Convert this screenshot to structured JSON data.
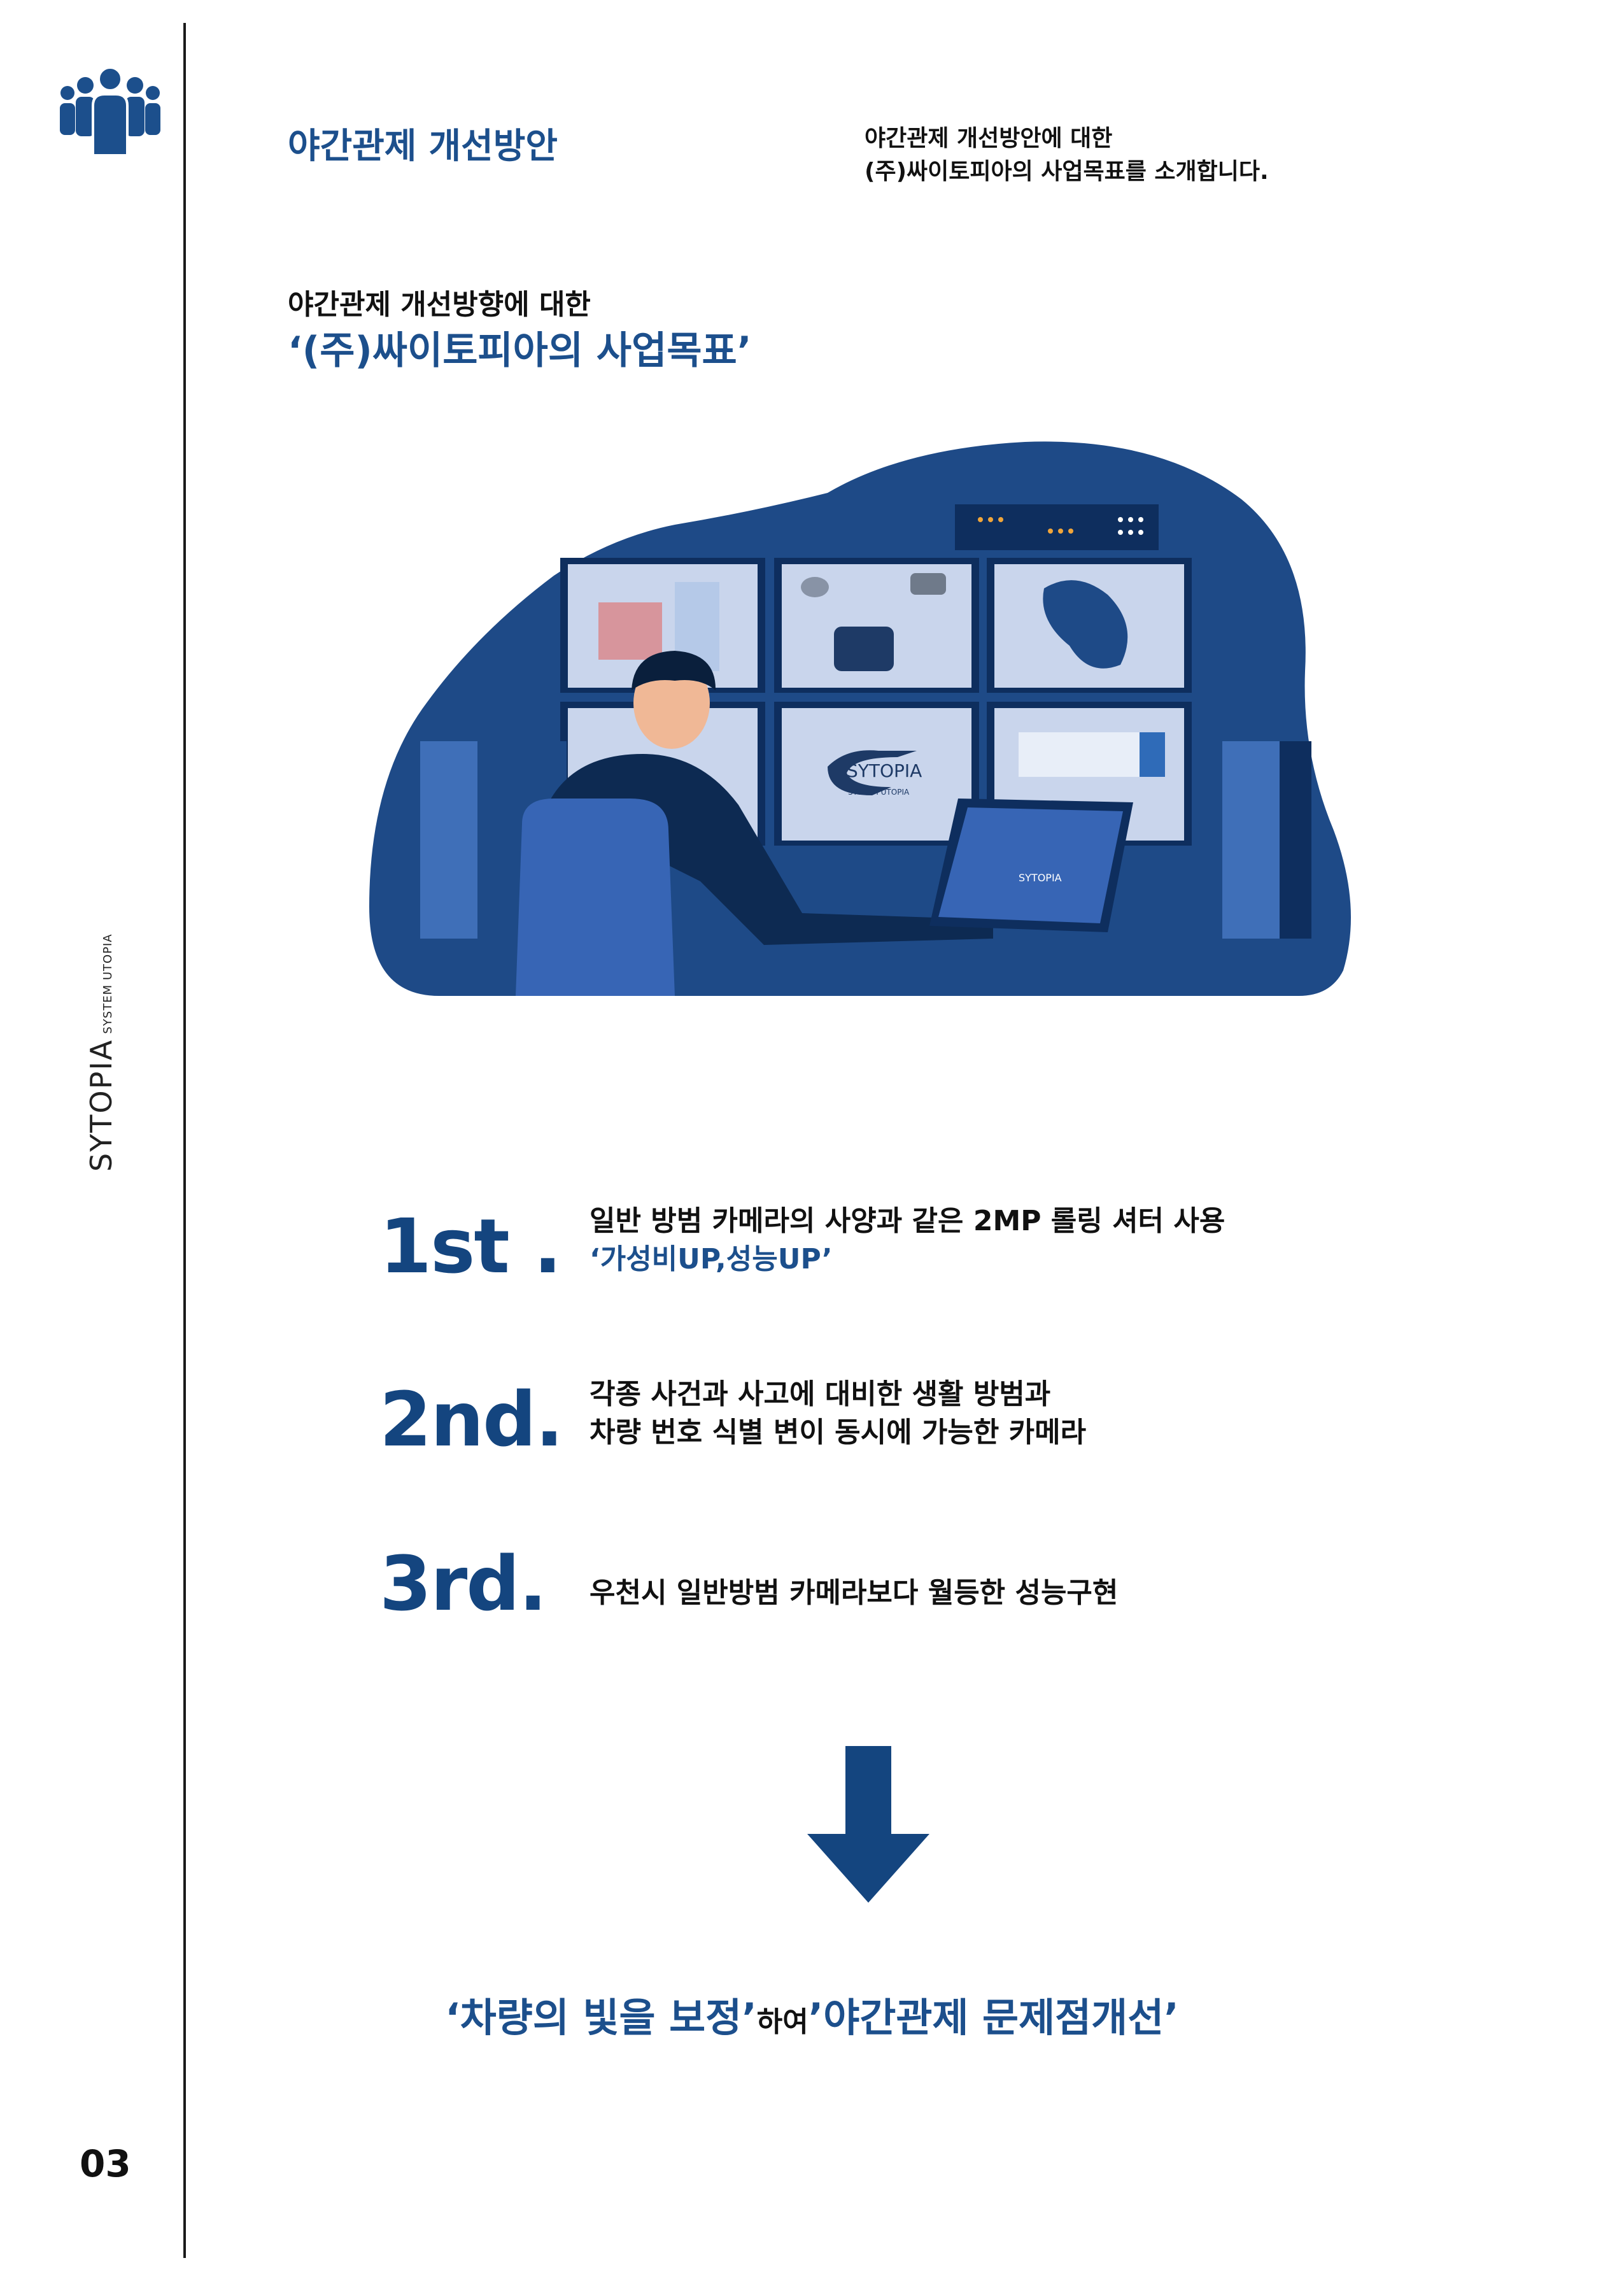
{
  "header": {
    "title": "야간관제 개선방안",
    "intro_line1": "야간관제 개선방안에 대한",
    "intro_line2": "(주)싸이토피아의 사업목표를 소개합니다."
  },
  "subtitle": {
    "line1": "야간관제 개선방향에 대한",
    "line2": "‘(주)싸이토피아의 사업목표’"
  },
  "sidebar": {
    "brand": "SYTOPIA",
    "brand_sub": "SYSTEM UTOPIA",
    "page_number": "03",
    "icon": "people-group-icon"
  },
  "illustration": {
    "monitor_logo": "SYTOPIA",
    "monitor_logo_sub": "SYSTEM UTOPIA",
    "tablet_logo": "SYTOPIA"
  },
  "goals": [
    {
      "rank": "1st .",
      "line1": "일반 방범 카메라의 사양과 같은 2MP 롤링 셔터 사용",
      "line2": "‘가성비UP,성능UP’"
    },
    {
      "rank": "2nd.",
      "line1": "각종 사건과 사고에 대비한 생활 방범과",
      "line2": "차량 번호 식별 변이 동시에 가능한 카메라"
    },
    {
      "rank": "3rd.",
      "line1": "우천시 일반방범  카메라보다 월등한 성능구현"
    }
  ],
  "conclusion": {
    "part1": "‘차량의 빛을 보정’",
    "part2": "하여",
    "part3": "’야간관제 문제점개선’"
  },
  "colors": {
    "accent": "#1c4f8c",
    "dark_navy": "#0d3a6e",
    "screen": "#c9d5ec"
  }
}
